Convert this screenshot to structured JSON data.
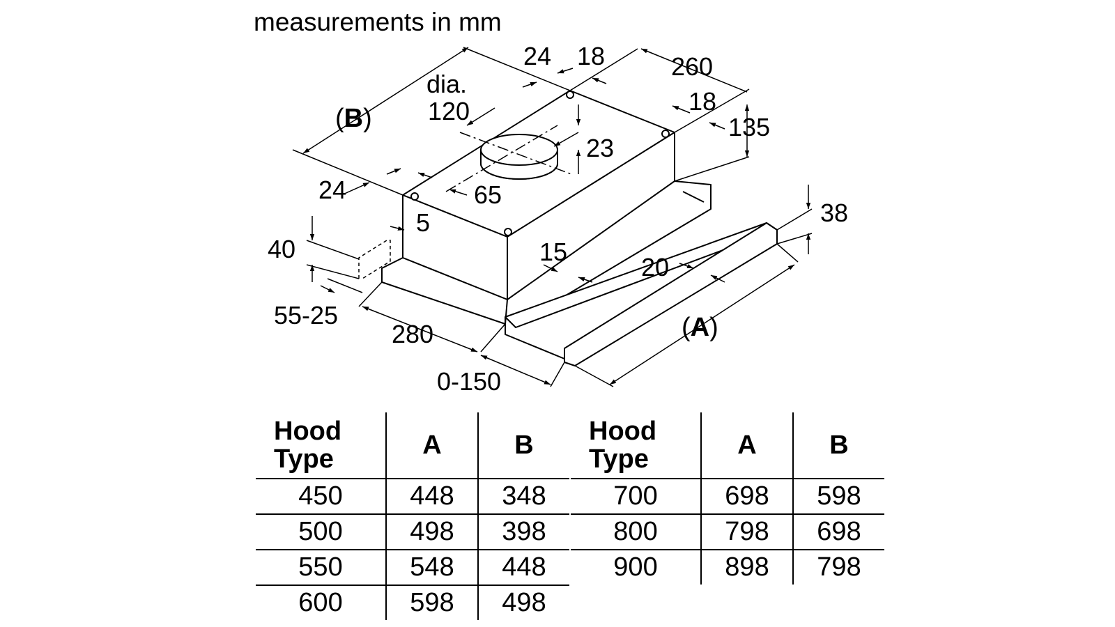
{
  "diagram": {
    "title": "measurements in mm",
    "labels": {
      "d_24_top": "24",
      "d_18_top": "18",
      "d_260": "260",
      "dia": "dia.",
      "d_120": "120",
      "b_open": "(",
      "b_letter": "B",
      "b_close": ")",
      "d_18_right": "18",
      "d_135": "135",
      "d_23": "23",
      "d_24_left": "24",
      "d_65": "65",
      "d_5": "5",
      "d_38": "38",
      "d_40": "40",
      "d_15": "15",
      "d_20": "20",
      "d_55_25": "55-25",
      "a_open": "(",
      "a_letter": "A",
      "a_close": ")",
      "d_280": "280",
      "d_0_150": "0-150"
    }
  },
  "tables": [
    {
      "headers": {
        "type": "Hood Type",
        "a": "A",
        "b": "B"
      },
      "rows": [
        {
          "type": "450",
          "a": "448",
          "b": "348"
        },
        {
          "type": "500",
          "a": "498",
          "b": "398"
        },
        {
          "type": "550",
          "a": "548",
          "b": "448"
        },
        {
          "type": "600",
          "a": "598",
          "b": "498"
        }
      ]
    },
    {
      "headers": {
        "type": "Hood Type",
        "a": "A",
        "b": "B"
      },
      "rows": [
        {
          "type": "700",
          "a": "698",
          "b": "598"
        },
        {
          "type": "800",
          "a": "798",
          "b": "698"
        },
        {
          "type": "900",
          "a": "898",
          "b": "798"
        }
      ]
    }
  ]
}
